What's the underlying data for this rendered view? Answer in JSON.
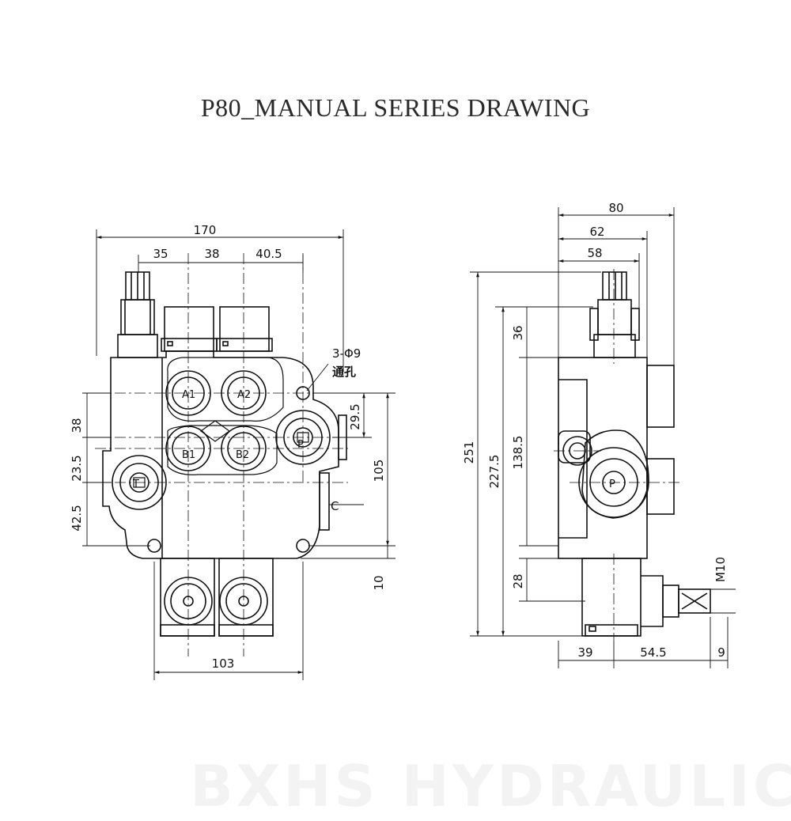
{
  "title": "P80_MANUAL  SERIES DRAWING",
  "watermark": "BXHS HYDRAULIC",
  "front_view": {
    "dims": {
      "overall_width": "170",
      "spacing_a": "35",
      "spacing_b": "38",
      "spacing_c": "40.5",
      "bottom_width": "103",
      "left_a": "38",
      "left_b": "23.5",
      "left_c": "42.5",
      "right_a": "29.5",
      "right_b": "105",
      "right_c": "10"
    },
    "hole_note": "3-Φ9",
    "hole_note_cn": "通孔",
    "ports": {
      "a1": "A1",
      "a2": "A2",
      "b1": "B1",
      "b2": "B2",
      "p": "P",
      "t": "T",
      "c": "C"
    }
  },
  "side_view": {
    "dims": {
      "w80": "80",
      "w62": "62",
      "w58": "58",
      "h251": "251",
      "h227": "227.5",
      "h138": "138.5",
      "h36": "36",
      "h28": "28",
      "b39": "39",
      "b54": "54.5",
      "b9": "9",
      "m10": "M10"
    },
    "ports": {
      "p": "P"
    }
  }
}
